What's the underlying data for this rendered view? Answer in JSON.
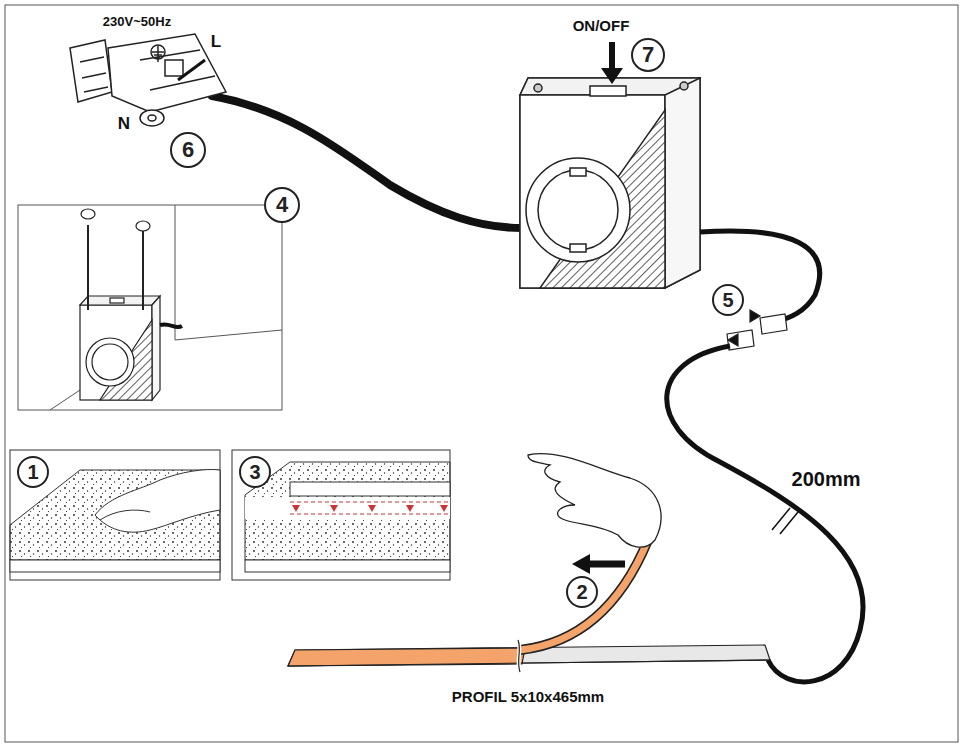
{
  "diagram": {
    "nodes": [
      {
        "text": [
          "7"
        ]
      },
      {
        "text": [
          "6"
        ]
      },
      {
        "text": [
          "4"
        ]
      },
      {
        "text": [
          "5"
        ]
      },
      {
        "text": [
          "1"
        ]
      },
      {
        "text": [
          "3"
        ]
      },
      {
        "text": [
          "2"
        ]
      }
    ],
    "labels": [
      "230V~50Hz",
      "L",
      "N",
      "ON/OFF",
      "200mm",
      "PROFIL 5x10x465mm"
    ]
  }
}
